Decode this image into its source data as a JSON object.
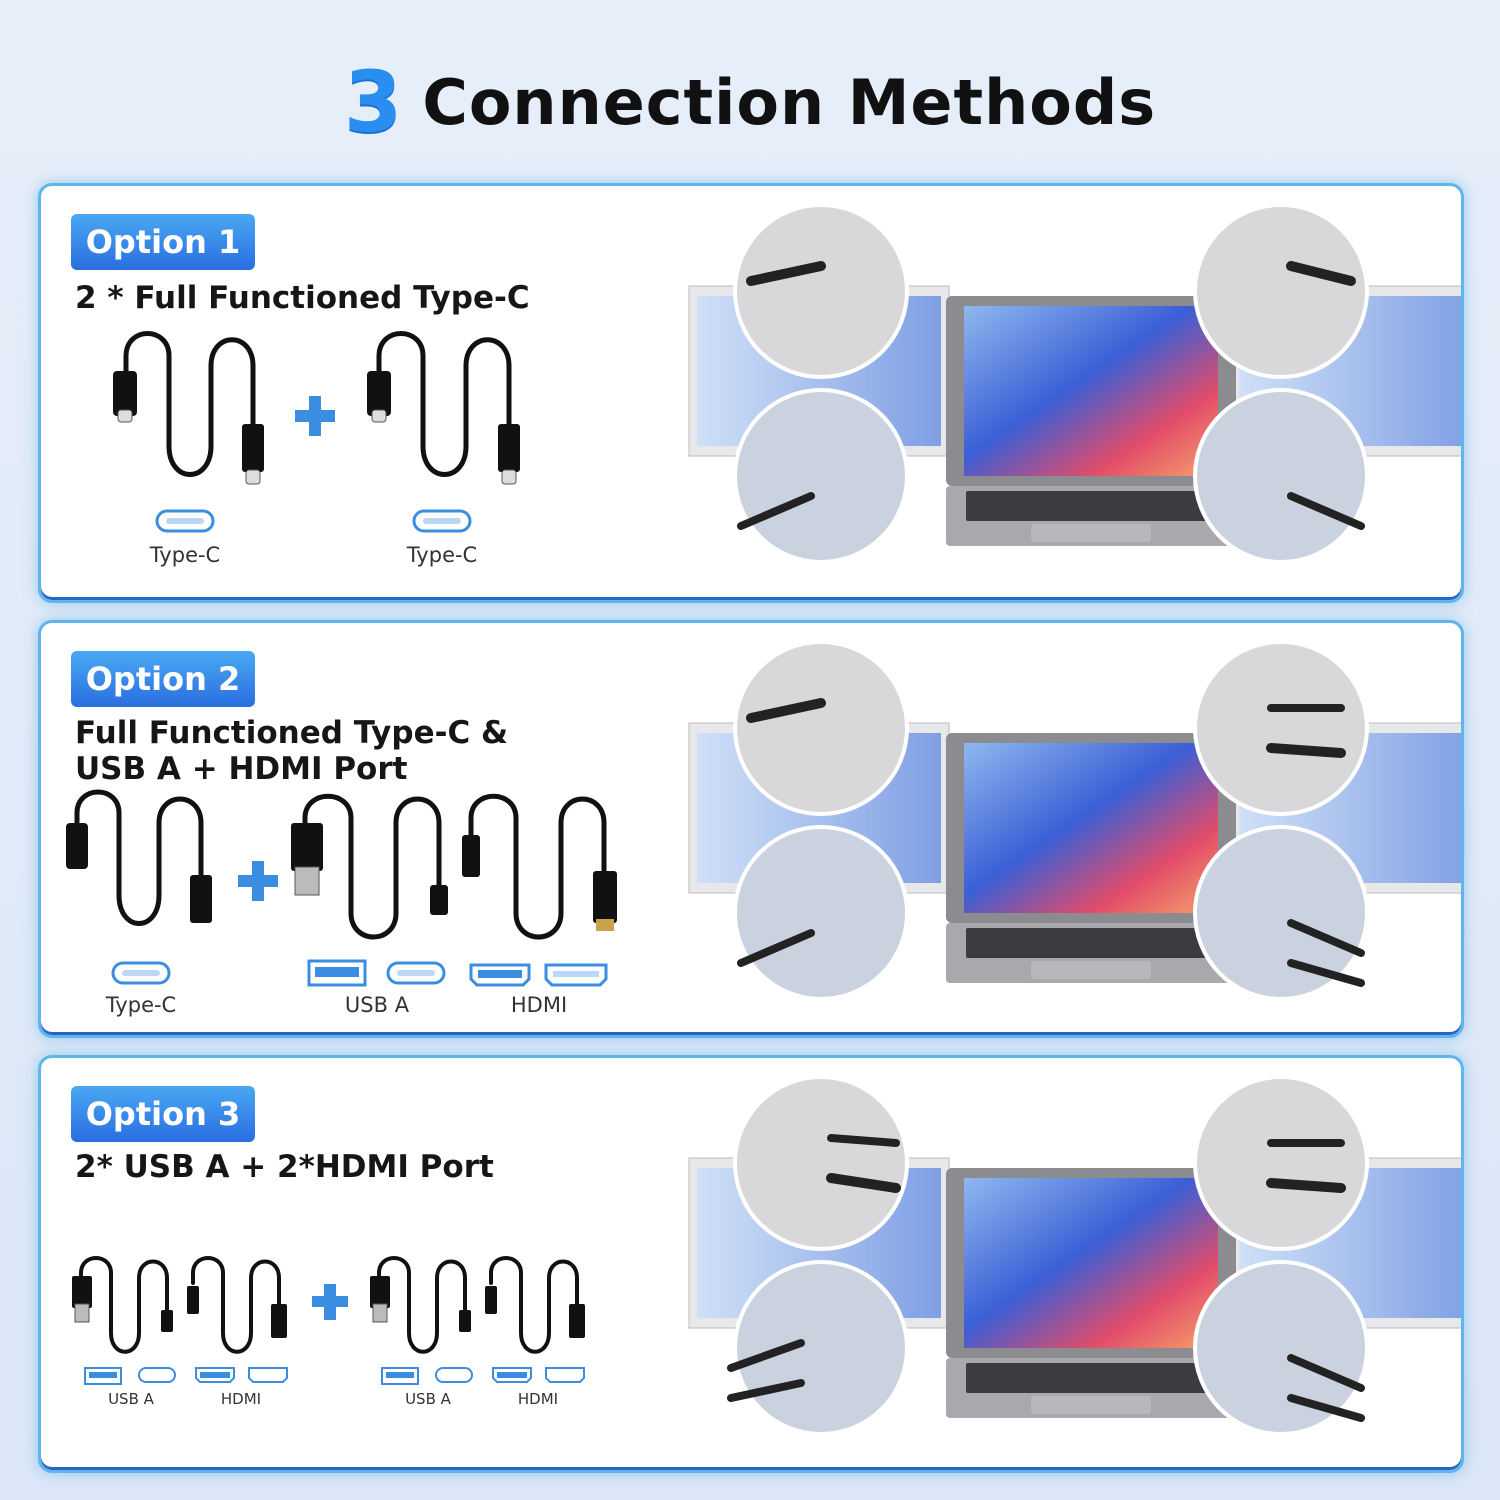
{
  "header": {
    "number": "3",
    "title": "Connection Methods"
  },
  "options": [
    {
      "badge": "Option 1",
      "title_lines": [
        "2 * Full Functioned Type-C"
      ],
      "labels": [
        "Type-C",
        "Type-C"
      ]
    },
    {
      "badge": "Option 2",
      "title_lines": [
        "Full Functioned Type-C &",
        "USB A + HDMI Port"
      ],
      "labels": [
        "Type-C",
        "USB A",
        "HDMI"
      ]
    },
    {
      "badge": "Option 3",
      "title_lines": [
        "2* USB A + 2*HDMI Port"
      ],
      "labels": [
        "USB A",
        "HDMI",
        "USB A",
        "HDMI"
      ]
    }
  ],
  "colors": {
    "accent": "#2a8df0",
    "badge_top": "#4aa8f3",
    "badge_bottom": "#2a6ee0",
    "panel_border": "#5fb6ec",
    "port_icon": "#3a8de0"
  }
}
